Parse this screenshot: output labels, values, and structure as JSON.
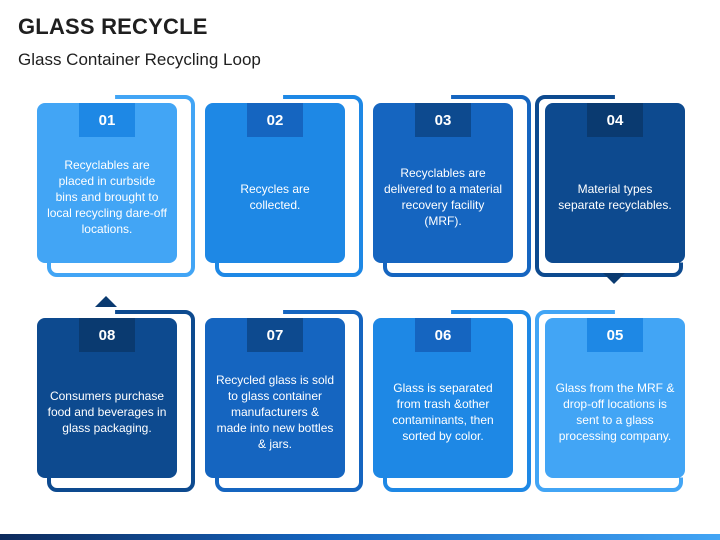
{
  "header": {
    "title": "GLASS RECYCLE",
    "subtitle": "Glass Container Recycling Loop"
  },
  "steps": [
    {
      "number": "01",
      "text": "Recyclables are placed in curbside bins and brought to local recycling dare-off locations."
    },
    {
      "number": "02",
      "text": "Recycles are collected."
    },
    {
      "number": "03",
      "text": "Recyclables are delivered to a material recovery facility (MRF)."
    },
    {
      "number": "04",
      "text": "Material types separate recyclables."
    },
    {
      "number": "05",
      "text": "Glass from the MRF & drop-off locations is sent to a glass processing company."
    },
    {
      "number": "06",
      "text": "Glass is separated from trash &other contaminants, then sorted by color."
    },
    {
      "number": "07",
      "text": "Recycled glass is sold to glass container manufacturers & made into new bottles & jars."
    },
    {
      "number": "08",
      "text": "Consumers purchase food and beverages in glass packaging."
    }
  ],
  "colors": {
    "step_fill": [
      "#42a5f5",
      "#1e88e5",
      "#1565c0",
      "#0d4a8f",
      "#42a5f5",
      "#1e88e5",
      "#1565c0",
      "#0d4a8f"
    ],
    "step_badge": [
      "#1e88e5",
      "#1565c0",
      "#0d4a8f",
      "#0a3a70",
      "#1e88e5",
      "#1565c0",
      "#0d4a8f",
      "#0a3a70"
    ],
    "step_frame": [
      "#42a5f5",
      "#1e88e5",
      "#1565c0",
      "#0d4a8f",
      "#42a5f5",
      "#1e88e5",
      "#1565c0",
      "#0d4a8f"
    ]
  }
}
